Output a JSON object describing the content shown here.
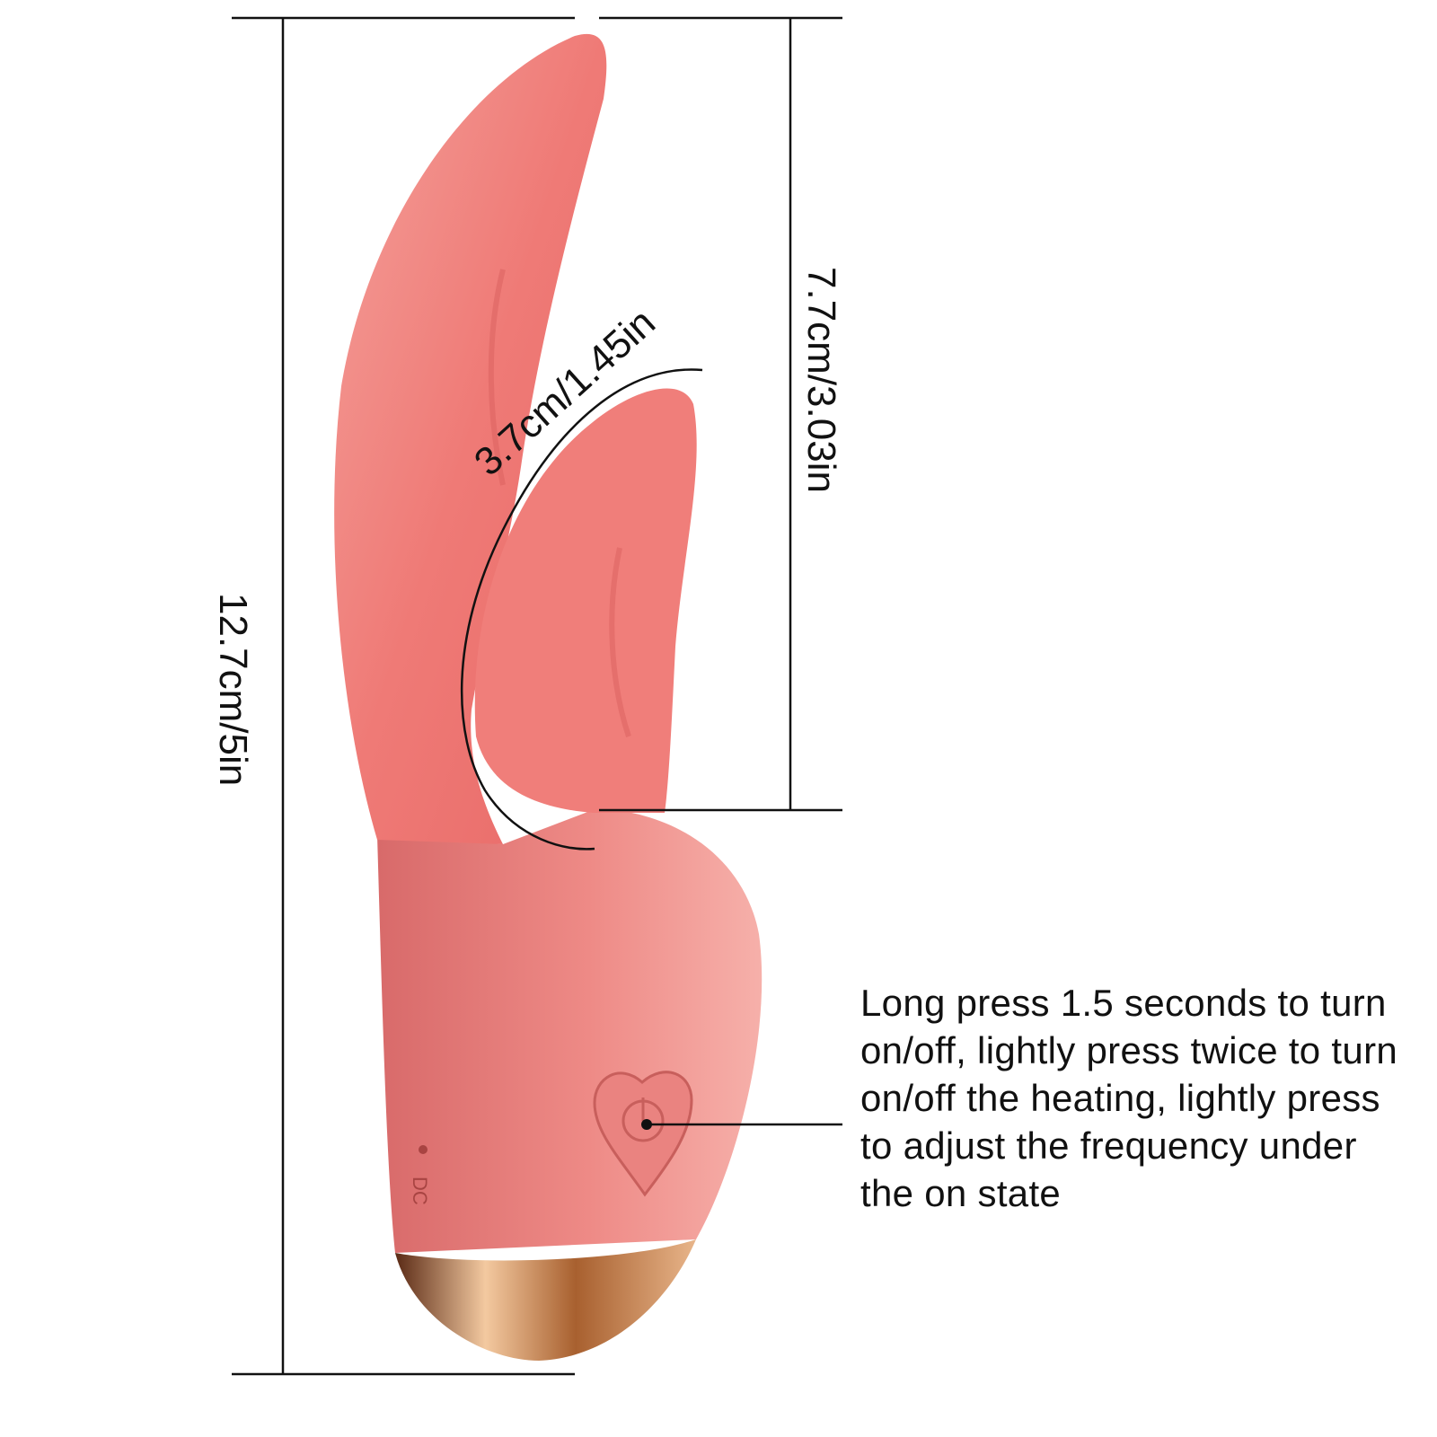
{
  "dimensions": {
    "total_length": "12.7cm/5in",
    "tongue_length": "7.7cm/3.03in",
    "curve_length": "3.7cm/1.45in"
  },
  "product": {
    "port_label": "DC"
  },
  "callout": {
    "button_description": "Long press 1.5 seconds to turn on/off, lightly press twice to turn on/off the heating, lightly press to adjust the frequency under the on state"
  },
  "colors": {
    "body": "#e9807c",
    "tongue": "#ef7f7c",
    "cap": "#c98a5a",
    "line": "#111111"
  }
}
